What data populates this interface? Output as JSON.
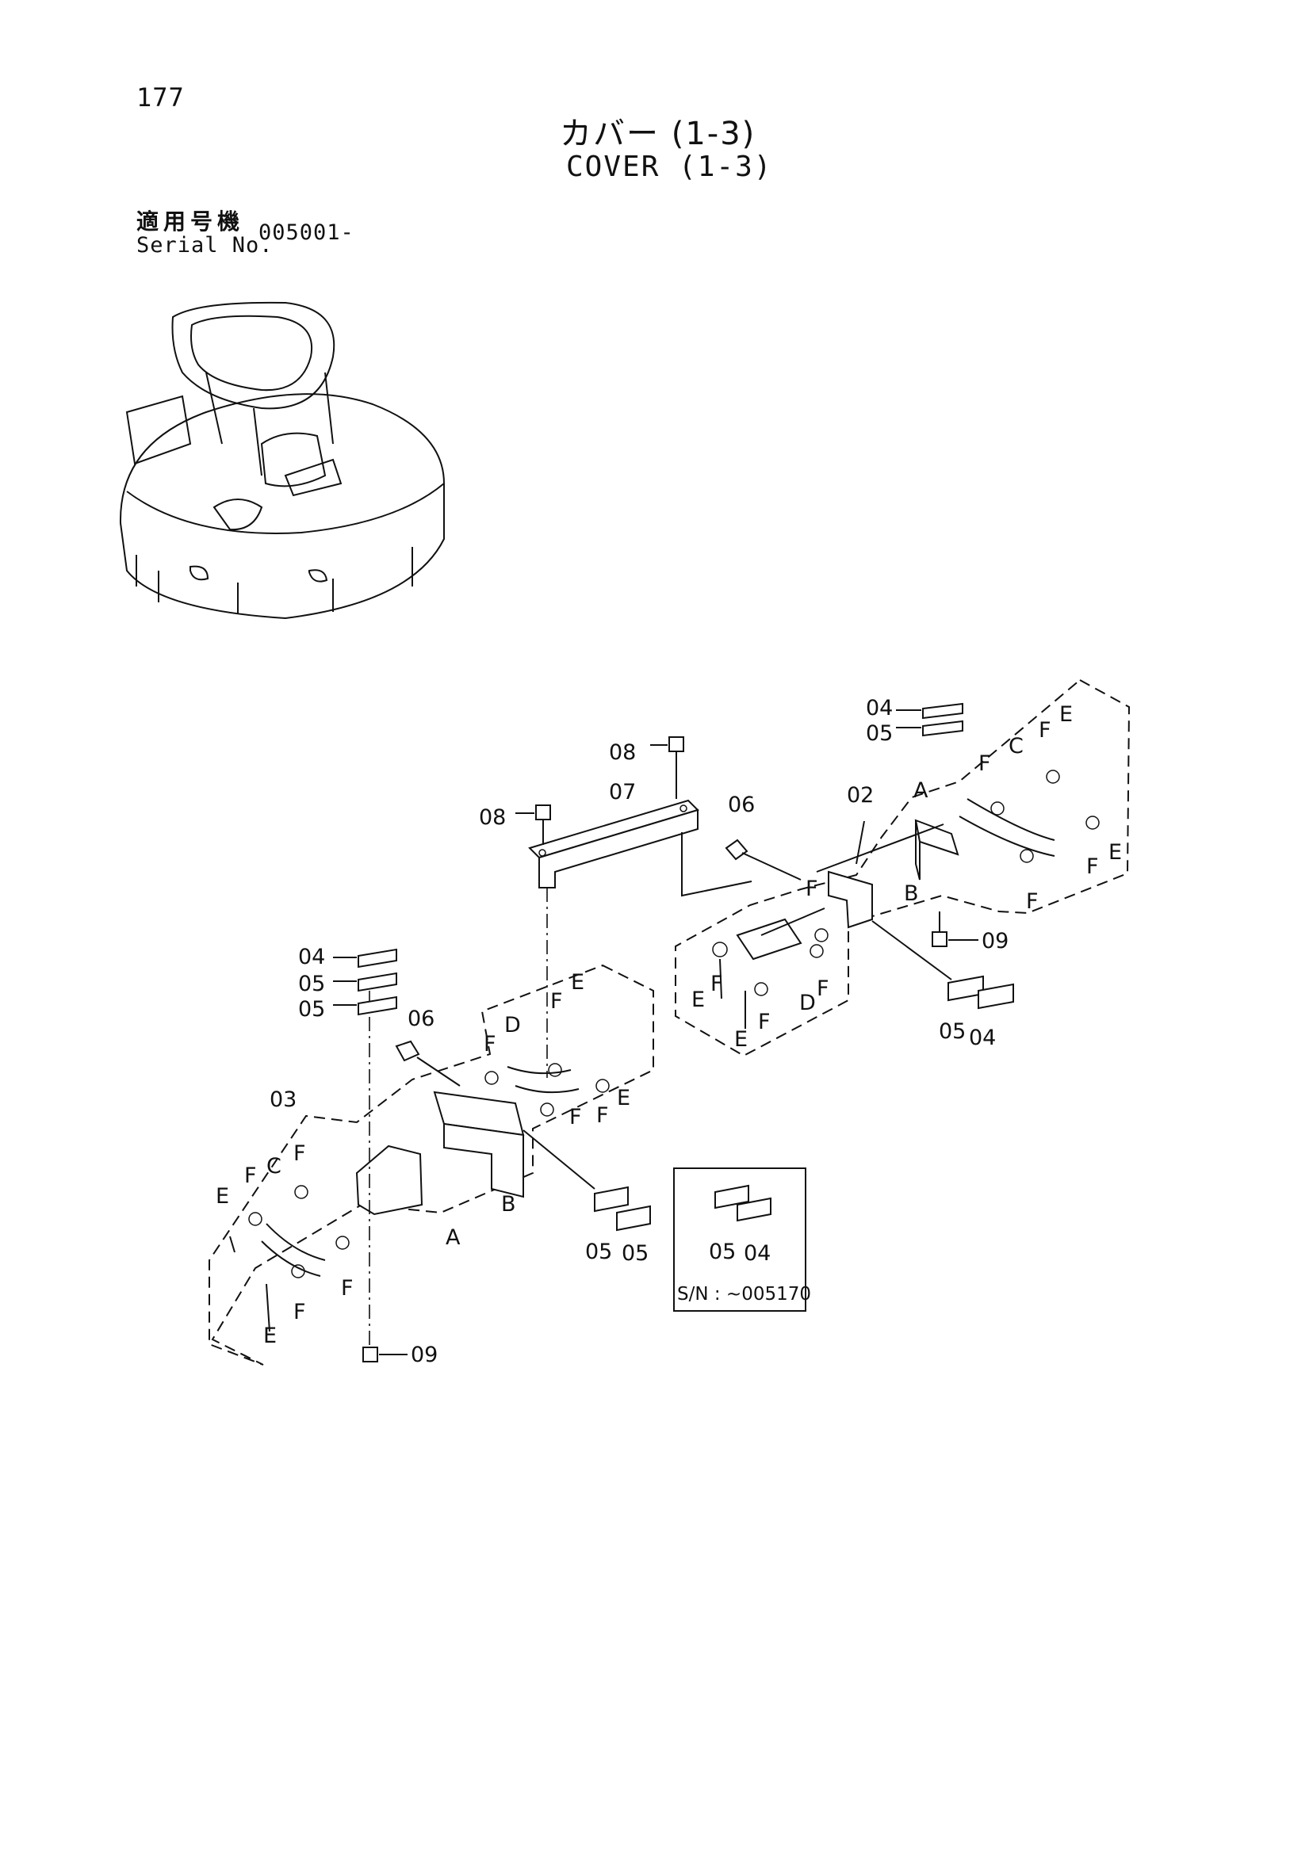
{
  "page": {
    "number": "177",
    "title_jp": "カバー (1-3)",
    "title_en": "COVER (1-3)",
    "serial_label_jp": "適用号機",
    "serial_label_en": "Serial No.",
    "serial_value": "005001-"
  },
  "callouts": {
    "c01": "08",
    "c02": "07",
    "c03": "08",
    "c04": "06",
    "c05": "02",
    "c06": "04",
    "c07": "05",
    "c08": "A",
    "c09": "C",
    "c10": "F",
    "c11": "F",
    "c12": "E",
    "c13": "F",
    "c14": "E",
    "c15": "B",
    "c16": "F",
    "c17": "F",
    "c18": "09",
    "c19": "E",
    "c20": "F",
    "c21": "D",
    "c22": "F",
    "c23": "F",
    "c24": "E",
    "c25": "05",
    "c26": "04",
    "c27": "04",
    "c28": "05",
    "c29": "05",
    "c30": "06",
    "c31": "F",
    "c32": "D",
    "c33": "F",
    "c34": "E",
    "c35": "F",
    "c36": "F",
    "c37": "E",
    "c38": "03",
    "c39": "E",
    "c40": "F",
    "c41": "C",
    "c42": "F",
    "c43": "B",
    "c44": "A",
    "c45": "E",
    "c46": "F",
    "c47": "F",
    "c48": "09",
    "c49": "05",
    "c50": "05"
  },
  "inset": {
    "label_a": "05",
    "label_b": "04",
    "serial_note": "S/N : ~005170"
  }
}
